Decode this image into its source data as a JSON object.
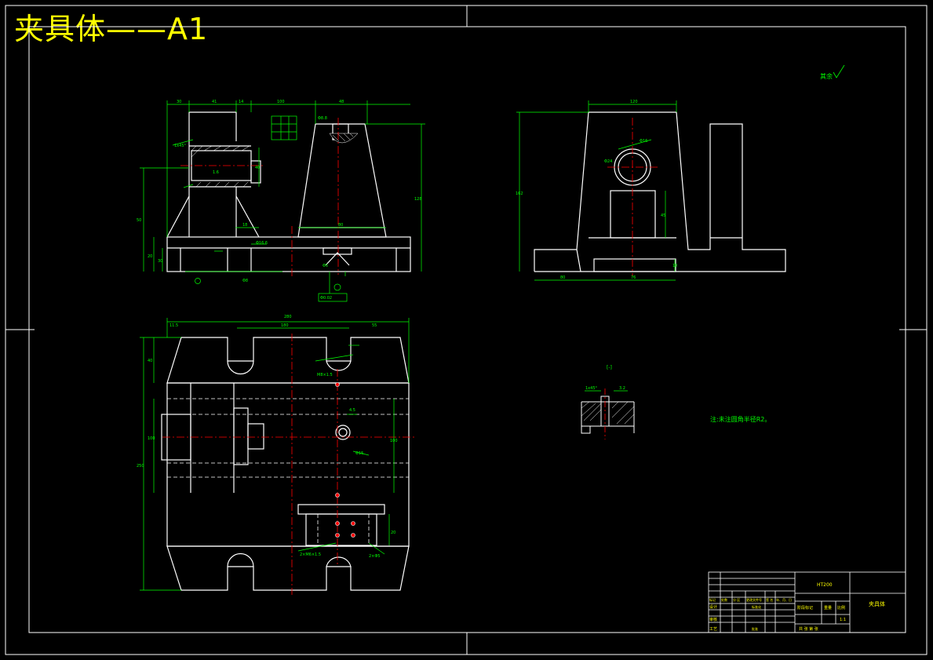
{
  "sheet": {
    "title": "夹具体——A1"
  },
  "annotations": {
    "roughness_note": "其余",
    "technical_note": "注:未注圆角半径R2。",
    "section_label": "[-]",
    "material_code": "HT200"
  },
  "title_block": {
    "material": "HT200",
    "part_name": "夹具体",
    "scale": "1:1",
    "header_cells": [
      "标记",
      "处数",
      "分 区",
      "更改文件号",
      "签 名",
      "年、月、日"
    ],
    "row_labels": [
      "设计",
      "审核",
      "工艺"
    ],
    "std_label": "标准化",
    "approve_label": "批准",
    "stage_labels": [
      "阶段标记",
      "重量",
      "比例"
    ],
    "sheet_count": "共 张 第 张"
  },
  "colors": {
    "background": "#000000",
    "outline": "#ffffff",
    "dimension": "#00ff00",
    "centerline": "#ff0000",
    "title": "#ffff00",
    "hidden": "#ffffff"
  }
}
